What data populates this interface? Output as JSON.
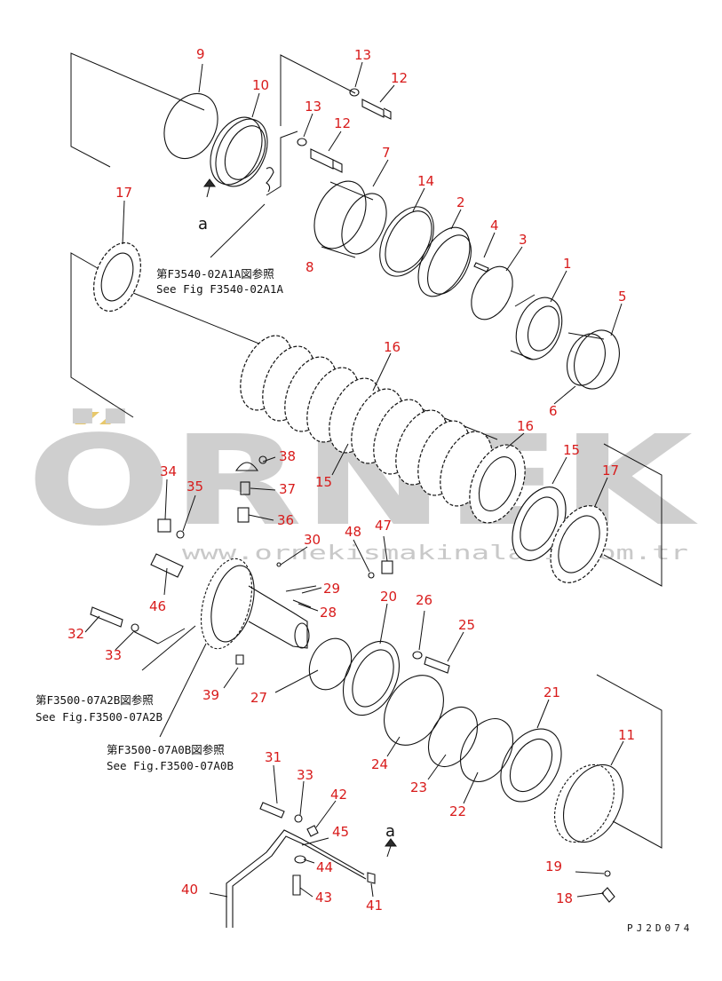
{
  "watermark": {
    "brand": "ÖRNEK",
    "url": "www.ornekismakinalari.com.tr",
    "accent_color": "#e8c86a"
  },
  "drawing_code": "PJ2D074",
  "view_marker": "a",
  "references": [
    {
      "jp": "第F3540-02A1A図参照",
      "en": "See Fig F3540-02A1A"
    },
    {
      "jp": "第F3500-07A2B図参照",
      "en": "See Fig.F3500-07A2B"
    },
    {
      "jp": "第F3500-07A0B図参照",
      "en": "See Fig.F3500-07A0B"
    }
  ],
  "callouts": [
    "9",
    "10",
    "13",
    "12",
    "13",
    "12",
    "7",
    "17",
    "14",
    "2",
    "4",
    "3",
    "1",
    "8",
    "5",
    "6",
    "16",
    "16",
    "15",
    "17",
    "38",
    "34",
    "35",
    "37",
    "36",
    "30",
    "48",
    "47",
    "29",
    "28",
    "15",
    "46",
    "32",
    "33",
    "20",
    "26",
    "25",
    "39",
    "27",
    "21",
    "11",
    "24",
    "23",
    "22",
    "31",
    "33",
    "42",
    "45",
    "44",
    "43",
    "40",
    "41",
    "19",
    "18"
  ]
}
